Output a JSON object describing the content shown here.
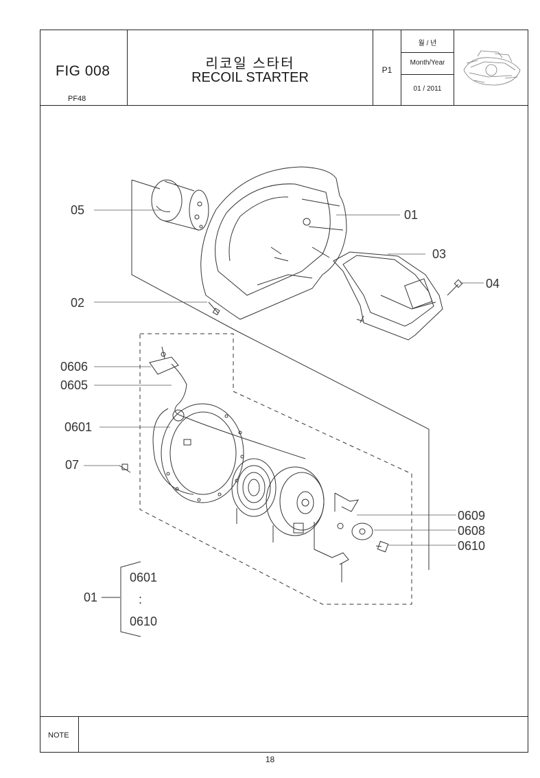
{
  "header": {
    "fig_code": "FIG 008",
    "model": "PF48",
    "title_korean": "리코일 스타터",
    "title_english": "RECOIL STARTER",
    "page_code": "P1",
    "month_year_korean": "월 / 년",
    "month_year_label": "Month/Year",
    "date": "01 / 2011"
  },
  "callouts": {
    "c05": "05",
    "c01": "01",
    "c03": "03",
    "c04": "04",
    "c02": "02",
    "c0606": "0606",
    "c0605": "0605",
    "c0601": "0601",
    "c07": "07",
    "c0609": "0609",
    "c0608": "0608",
    "c0610": "0610"
  },
  "assembly_group": {
    "label": "01",
    "from": "0601",
    "dots": ":",
    "to": "0610"
  },
  "footer": {
    "note_label": "NOTE",
    "page_number": "18"
  }
}
